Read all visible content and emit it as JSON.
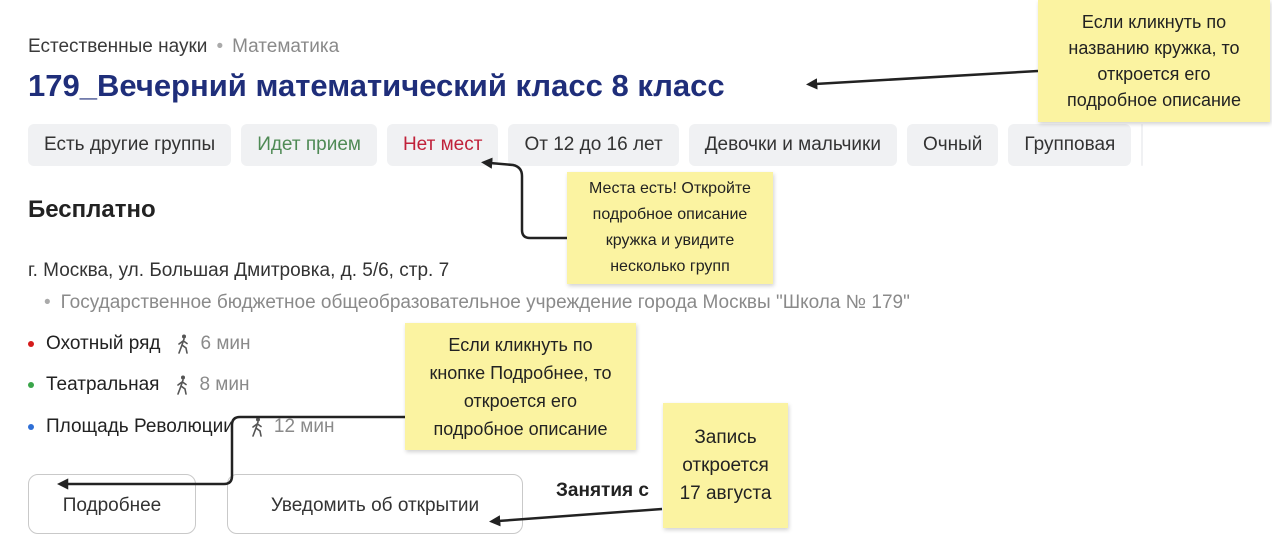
{
  "breadcrumb": {
    "category": "Естественные науки",
    "subcategory": "Математика"
  },
  "title": "179_Вечерний математический класс 8 класс",
  "tags": [
    {
      "label": "Есть другие группы",
      "color": "#333333"
    },
    {
      "label": "Идет прием",
      "color": "#4f8a55"
    },
    {
      "label": "Нет мест",
      "color": "#c0213a"
    },
    {
      "label": "От 12 до 16 лет",
      "color": "#333333"
    },
    {
      "label": "Девочки и мальчики",
      "color": "#333333"
    },
    {
      "label": "Очный",
      "color": "#333333"
    },
    {
      "label": "Групповая",
      "color": "#333333"
    }
  ],
  "price": "Бесплатно",
  "address": "г. Москва, ул. Большая Дмитровка, д. 5/6, стр. 7",
  "school": "Государственное бюджетное общеобразовательное учреждение города Москвы \"Школа № 179\"",
  "metro": [
    {
      "station": "Охотный ряд",
      "time": "6 мин",
      "color": "#d51b1b",
      "icon": "walking-person-icon"
    },
    {
      "station": "Театральная",
      "time": "8 мин",
      "color": "#3aa54a",
      "icon": "walking-person-icon"
    },
    {
      "station": "Площадь Революции",
      "time": "12 мин",
      "color": "#2f6fd6",
      "icon": "walking-person-icon"
    }
  ],
  "buttons": {
    "details": "Подробнее",
    "notify": "Уведомить об открытии"
  },
  "schedule_text": "Занятия с",
  "notes": {
    "title_note": [
      "Если кликнуть по",
      "названию кружка, то",
      "откроется его",
      "подробное описание"
    ],
    "places_note": [
      "Места есть! Откройте",
      "подробное описание",
      "кружка и увидите",
      "несколько групп"
    ],
    "details_note": [
      "Если кликнуть по",
      "кнопке Подробнее, то",
      "откроется его",
      "подробное описание"
    ],
    "enroll_note": [
      "Запись",
      "откроется",
      "17 августа"
    ]
  }
}
